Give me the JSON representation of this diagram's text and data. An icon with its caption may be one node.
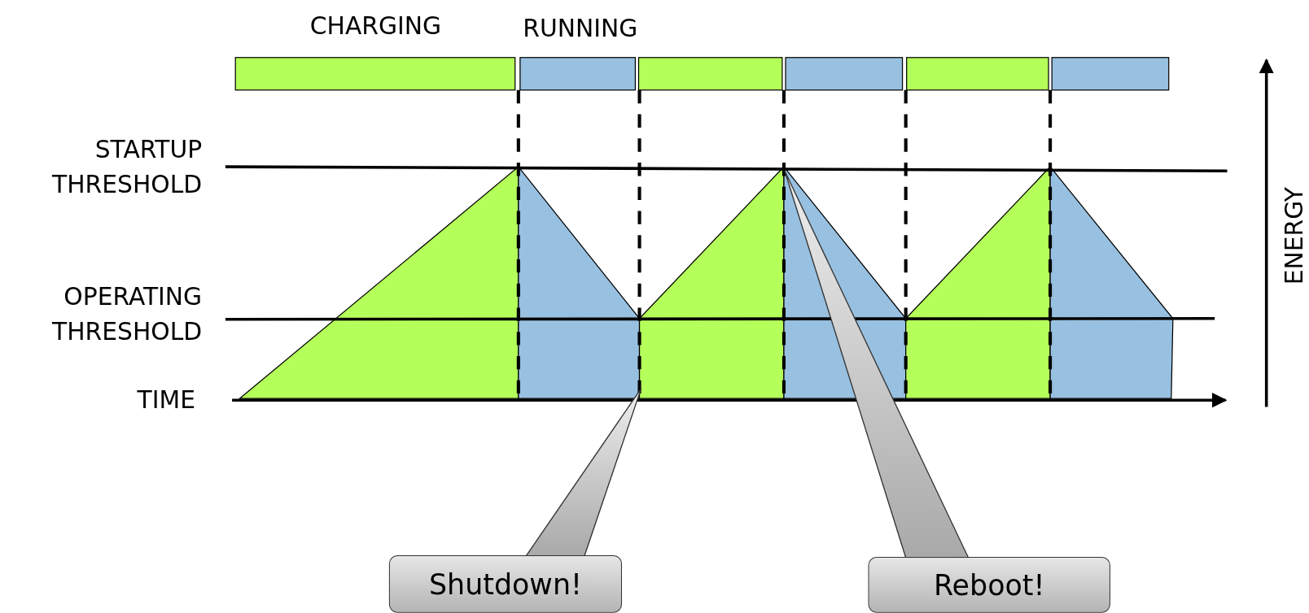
{
  "diagram": {
    "nodes": [
      {
        "text": [
          "Shutdown!"
        ]
      },
      {
        "text": [
          "Reboot!"
        ]
      }
    ],
    "edges": [
      {
        "from": 0,
        "to": null,
        "arrow": "to"
      },
      {
        "from": 1,
        "to": null,
        "arrow": "to"
      }
    ],
    "labels": [
      "CHARGING",
      "RUNNING",
      "STARTUP THRESHOLD",
      "OPERATING THRESHOLD",
      "TIME",
      "ENERGY"
    ]
  }
}
